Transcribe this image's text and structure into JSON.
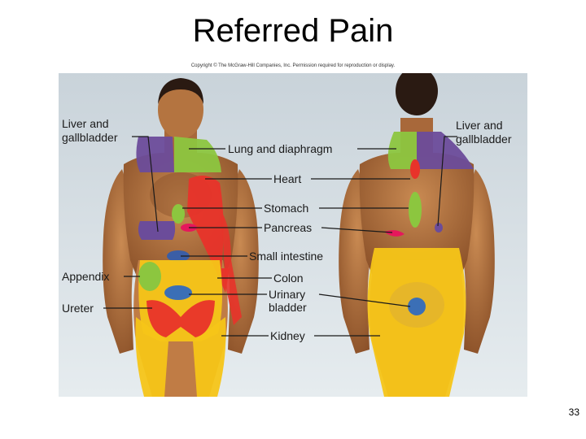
{
  "slide": {
    "title": "Referred Pain",
    "copyright": "Copyright © The McGraw-Hill Companies, Inc. Permission required for reproduction or display.",
    "page_number": "33"
  },
  "labels": {
    "liver_left": [
      "Liver and",
      "gallbladder"
    ],
    "liver_right": [
      "Liver and",
      "gallbladder"
    ],
    "lung": "Lung and diaphragm",
    "heart": "Heart",
    "stomach": "Stomach",
    "pancreas": "Pancreas",
    "small_intestine": "Small intestine",
    "appendix": "Appendix",
    "colon": "Colon",
    "urinary": [
      "Urinary",
      "bladder"
    ],
    "ureter": "Ureter",
    "kidney": "Kidney"
  },
  "colors": {
    "background": "#d3dde3",
    "skin": "#b8733e",
    "skin_dark": "#7a4522",
    "hair": "#2a1a12",
    "liver_gallbladder": "#6b4c9a",
    "lung_diaphragm": "#8cc63f",
    "heart": "#e8332a",
    "stomach": "#8cc63f",
    "pancreas": "#e6175c",
    "small_intestine": "#3b5ea6",
    "appendix": "#8cc63f",
    "colon": "#f5c518",
    "urinary_bladder": "#3b6fb6",
    "ureter": "#e8332a",
    "kidney": "#f5c518",
    "leader_line": "#1a1a1a"
  }
}
